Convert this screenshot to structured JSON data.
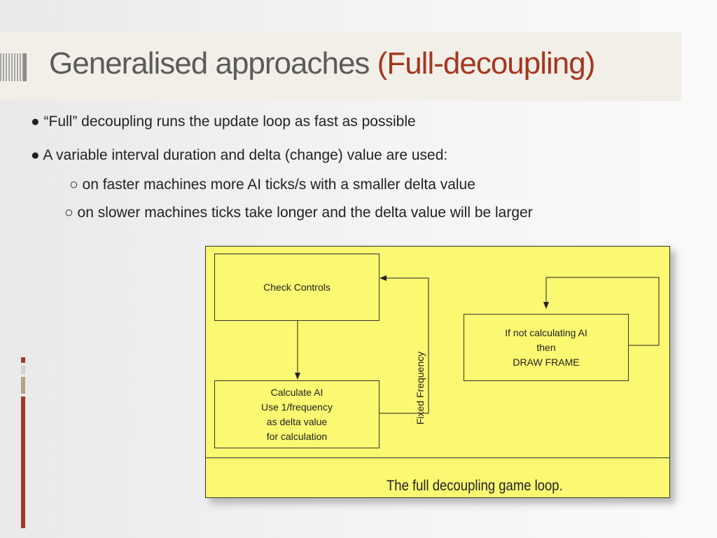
{
  "slide": {
    "title_main": "Generalised approaches",
    "title_accent": "(Full-decoupling)",
    "bullets": [
      "● “Full” decoupling runs the update loop as fast as possible",
      "● A variable interval duration and delta (change) value are used:",
      "○ on faster machines more AI ticks/s with a smaller delta value",
      "○ on slower machines ticks take longer and the delta value will be larger"
    ]
  },
  "diagram": {
    "check_controls": "Check Controls",
    "calculate_ai": [
      "Calculate AI",
      "Use 1/frequency",
      "as delta value",
      "for calculation"
    ],
    "fixed_frequency": "Fixed Frequency",
    "draw_frame": [
      "If not calculating AI",
      "then",
      "DRAW FRAME"
    ],
    "caption": "The full decoupling game loop."
  },
  "colors": {
    "accent": "#a5361f",
    "figure_bg": "#fbf871",
    "left_bar": "#a2392a"
  }
}
